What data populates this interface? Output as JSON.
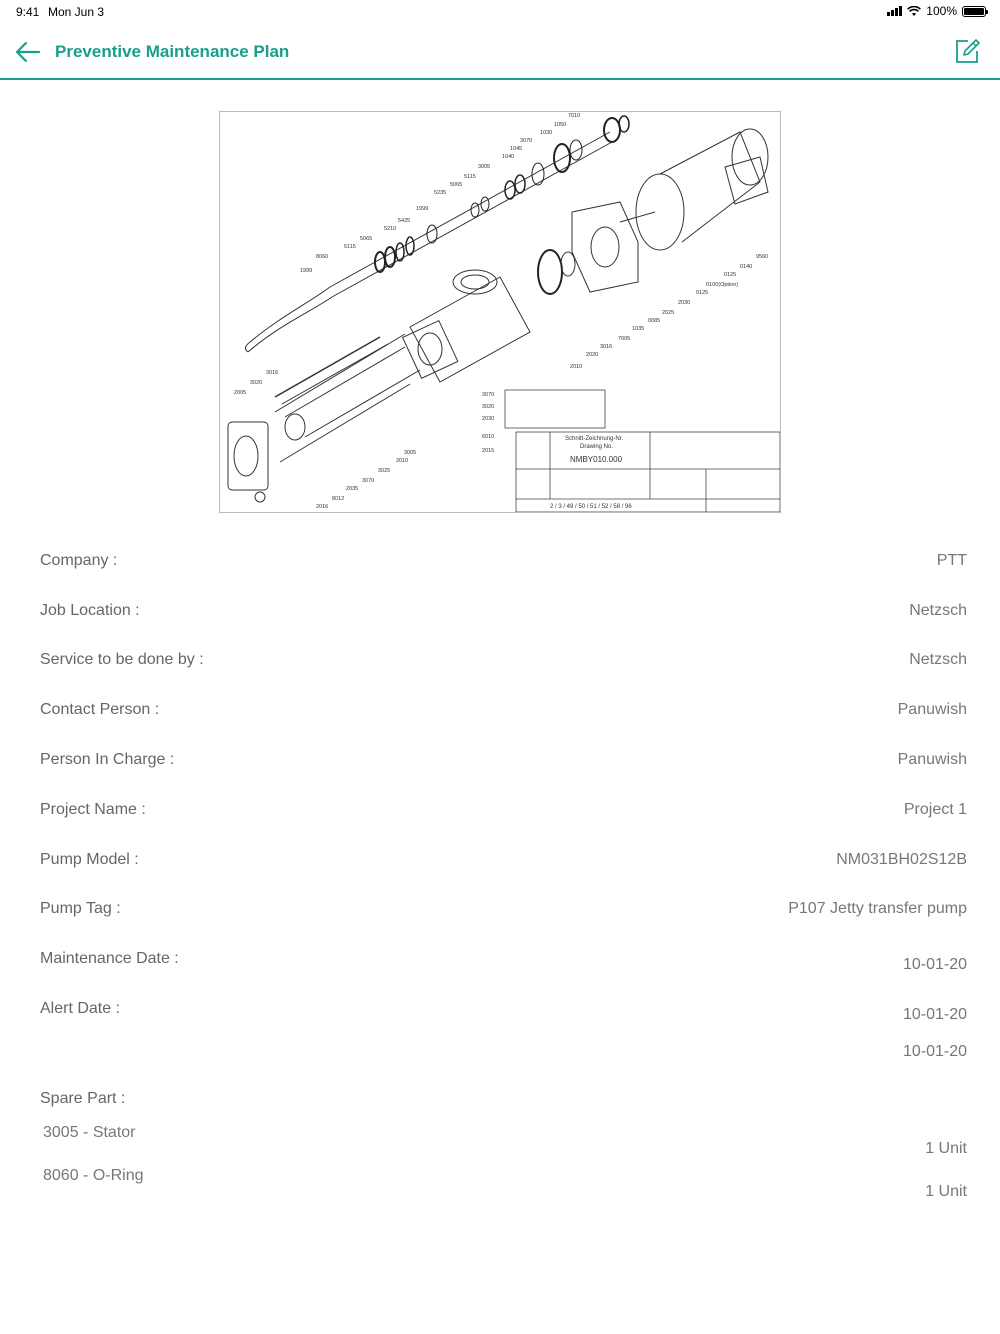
{
  "status": {
    "time": "9:41",
    "date": "Mon Jun 3",
    "battery": "100%"
  },
  "nav": {
    "title": "Preventive Maintenance Plan"
  },
  "drawing": {
    "callouts": [
      "7010",
      "1050",
      "1030",
      "3070",
      "1045",
      "1040",
      "3005",
      "5115",
      "5065",
      "5235",
      "1999",
      "5425",
      "5210",
      "5065",
      "5115",
      "8060",
      "1999",
      "3016",
      "3020",
      "2005",
      "3070",
      "3020",
      "2030",
      "6010",
      "2015",
      "3005",
      "2010",
      "3025",
      "3070",
      "2035",
      "8012",
      "2016",
      "9560",
      "0140",
      "0125",
      "0100(Option)",
      "0125",
      "2030",
      "2025",
      "0085",
      "1035",
      "7005",
      "3016",
      "2020",
      "2010"
    ],
    "title_block_name": "Schnitt-Zeichnung-Nr.",
    "title_block_drawing": "Drawing No.",
    "drawing_no": "NMBY010.000",
    "revision_line": "2 / 3 / 49 / 50 / 51 / 52 / 58 / 96"
  },
  "details": [
    {
      "label": "Company :",
      "value": "PTT"
    },
    {
      "label": "Job Location :",
      "value": "Netzsch"
    },
    {
      "label": "Service to be done by :",
      "value": "Netzsch"
    },
    {
      "label": "Contact Person :",
      "value": "Panuwish"
    },
    {
      "label": "Person In Charge :",
      "value": "Panuwish"
    },
    {
      "label": "Project Name :",
      "value": "Project 1"
    },
    {
      "label": "Pump Model :",
      "value": "NM031BH02S12B"
    },
    {
      "label": "Pump Tag :",
      "value": "P107 Jetty transfer pump"
    },
    {
      "label": "Maintenance Date :",
      "value": "10-01-20"
    },
    {
      "label": "Alert Date :",
      "value": "10-01-20"
    }
  ],
  "extra_date": "10-01-20",
  "spare_parts": {
    "label": "Spare Part :",
    "items": [
      {
        "name": "3005 - Stator",
        "qty": "1 Unit"
      },
      {
        "name": "8060 - O-Ring",
        "qty": "1 Unit"
      }
    ]
  },
  "colors": {
    "accent": "#1a9e8c"
  }
}
